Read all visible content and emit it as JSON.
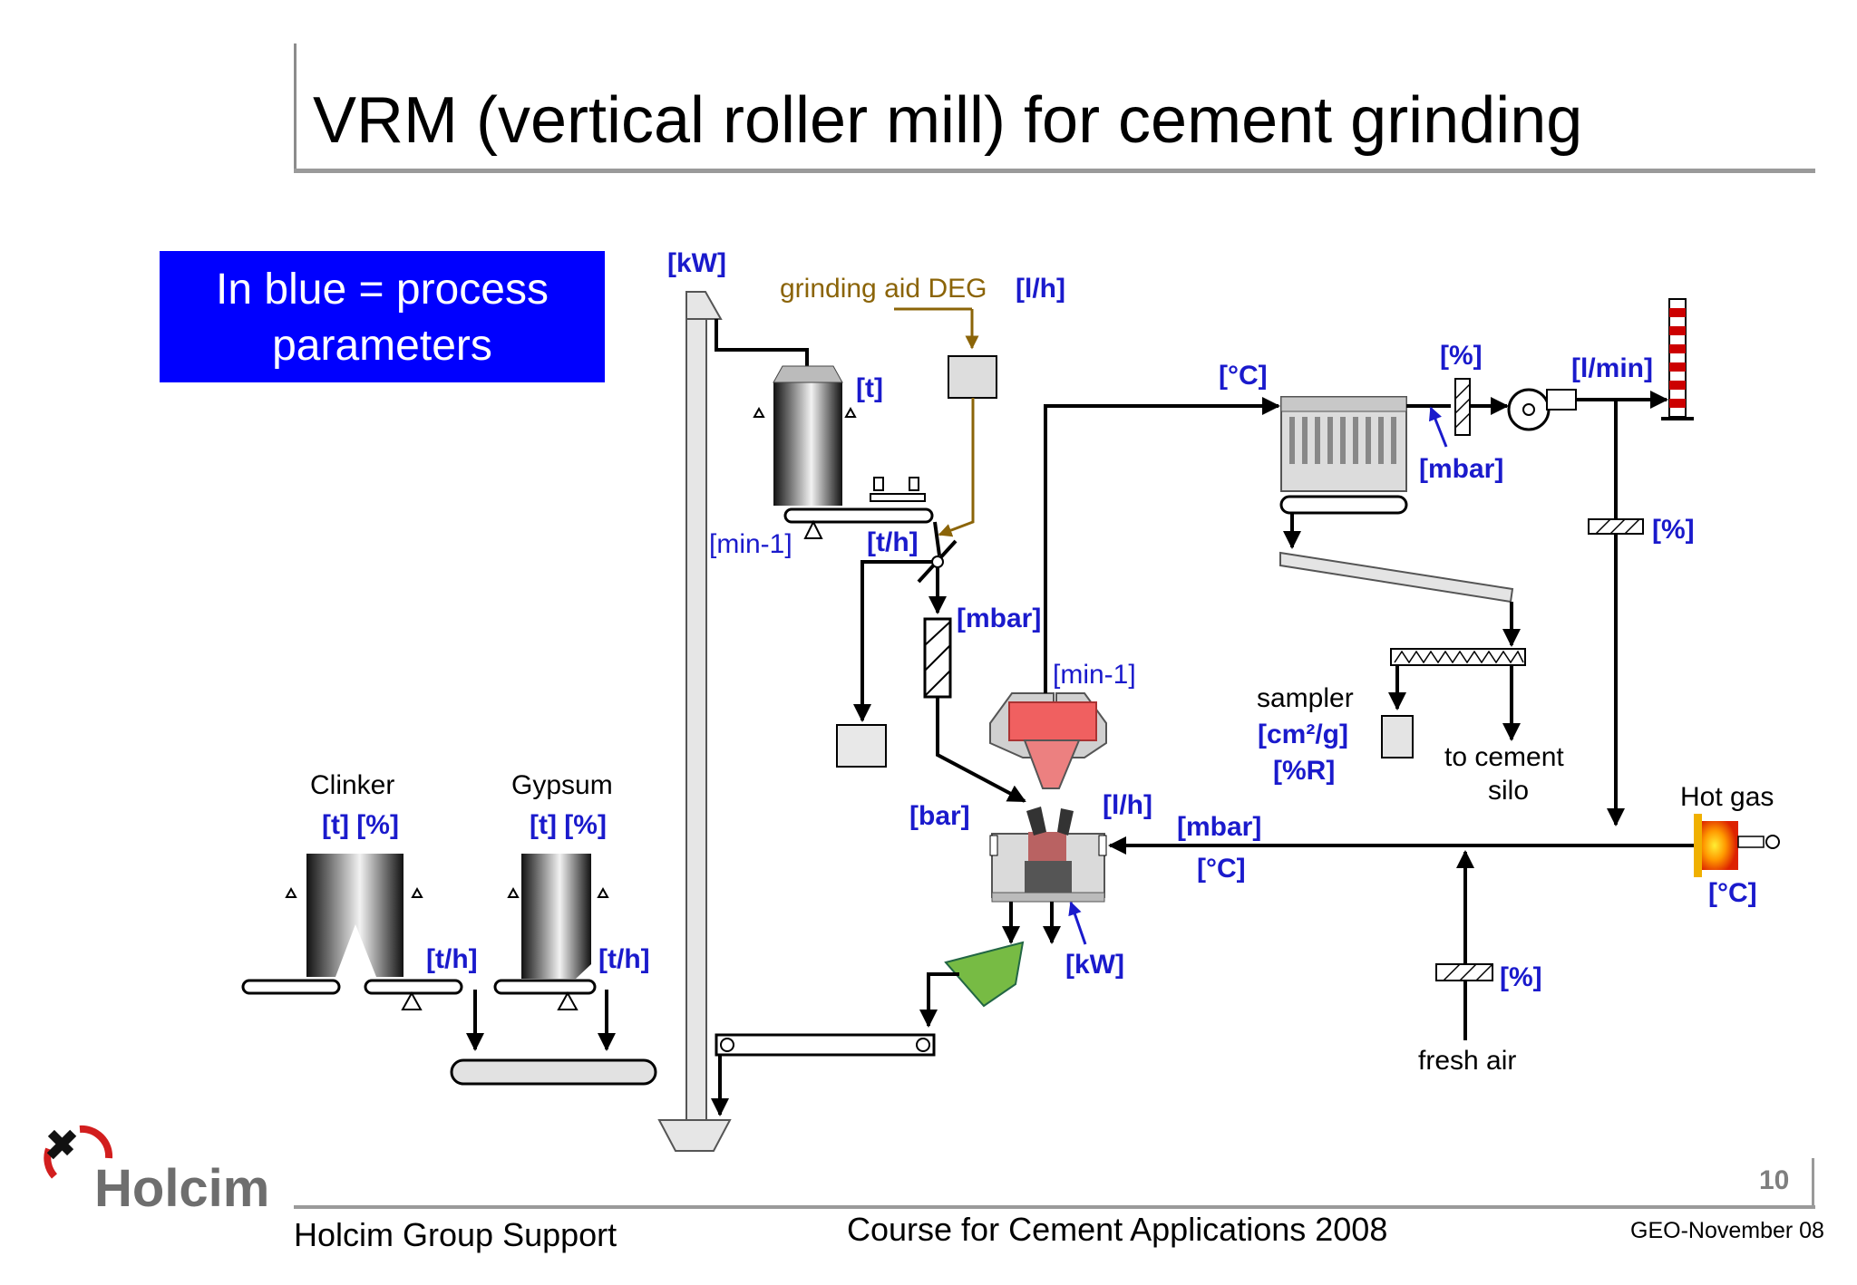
{
  "title": "VRM (vertical roller mill) for cement grinding",
  "legend_text": "In blue = process parameters",
  "labels": {
    "grinding_aid": "grinding aid DEG",
    "clinker": "Clinker",
    "gypsum": "Gypsum",
    "sampler": "sampler",
    "to_cement_silo_1": "to cement",
    "to_cement_silo_2": "silo",
    "hot_gas": "Hot gas",
    "fresh_air": "fresh air"
  },
  "params": {
    "elevator_kw": "[kW]",
    "deg_flow": "[l/h]",
    "hopper_t": "[t]",
    "feeder_speed": "[min-1]",
    "feeder_flow": "[t/h]",
    "flap_mbar": "[mbar]",
    "classifier_speed": "[min-1]",
    "filter_temp": "[°C]",
    "damper_pct": "[%]",
    "fan_mbar": "[mbar]",
    "fan_flow": "[l/min]",
    "recirc_pct": "[%]",
    "sampler_blaine": "[cm²/g]",
    "sampler_residue": "[%R]",
    "mill_bar": "[bar]",
    "mill_water": "[l/h]",
    "inlet_mbar": "[mbar]",
    "inlet_temp": "[°C]",
    "hotgas_temp": "[°C]",
    "mill_kw": "[kW]",
    "freshair_pct": "[%]",
    "clinker_t_pct": "[t] [%]",
    "gypsum_t_pct": "[t] [%]",
    "clinker_flow": "[t/h]",
    "gypsum_flow": "[t/h]"
  },
  "footer": {
    "page_number": "10",
    "left": "Holcim Group Support",
    "middle": "Course for Cement Applications 2008",
    "right": "GEO-November 08"
  },
  "logo_text": "Holcim",
  "colors": {
    "param_blue": "#1a1acc",
    "deg_brown": "#8b6408",
    "legend_blue": "#0000ff"
  }
}
